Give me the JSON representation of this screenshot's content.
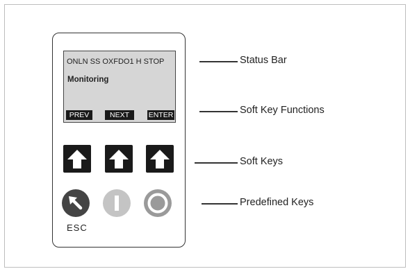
{
  "keypad": {
    "lcd": {
      "status_bar_text": "ONLN SS OXFDO1 H STOP",
      "screen_title": "Monitoring",
      "soft_key_labels": [
        "PREV",
        "NEXT",
        "ENTER"
      ]
    },
    "soft_keys": [
      {
        "icon": "up-arrow-icon"
      },
      {
        "icon": "up-arrow-icon"
      },
      {
        "icon": "up-arrow-icon"
      }
    ],
    "predefined_keys": [
      {
        "icon": "esc-arrow-icon",
        "color": "#444444",
        "label": "ESC"
      },
      {
        "icon": "on-icon",
        "color": "#c4c4c4"
      },
      {
        "icon": "off-icon",
        "color": "#9a9a9a"
      }
    ]
  },
  "callouts": {
    "status_bar": "Status Bar",
    "soft_key_functions": "Soft Key Functions",
    "soft_keys": "Soft Keys",
    "predefined_keys": "Predefined Keys"
  }
}
